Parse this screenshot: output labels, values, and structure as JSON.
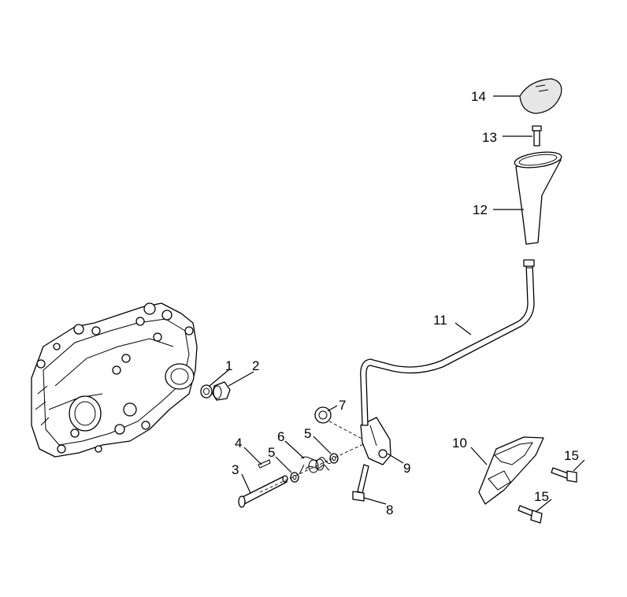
{
  "callouts": [
    {
      "id": "1",
      "label": "1"
    },
    {
      "id": "2",
      "label": "2"
    },
    {
      "id": "3",
      "label": "3"
    },
    {
      "id": "4",
      "label": "4"
    },
    {
      "id": "5a",
      "label": "5"
    },
    {
      "id": "5b",
      "label": "5"
    },
    {
      "id": "6",
      "label": "6"
    },
    {
      "id": "7",
      "label": "7"
    },
    {
      "id": "8",
      "label": "8"
    },
    {
      "id": "9",
      "label": "9"
    },
    {
      "id": "10",
      "label": "10"
    },
    {
      "id": "11",
      "label": "11"
    },
    {
      "id": "12",
      "label": "12"
    },
    {
      "id": "13",
      "label": "13"
    },
    {
      "id": "14",
      "label": "14"
    },
    {
      "id": "15a",
      "label": "15"
    },
    {
      "id": "15b",
      "label": "15"
    }
  ]
}
